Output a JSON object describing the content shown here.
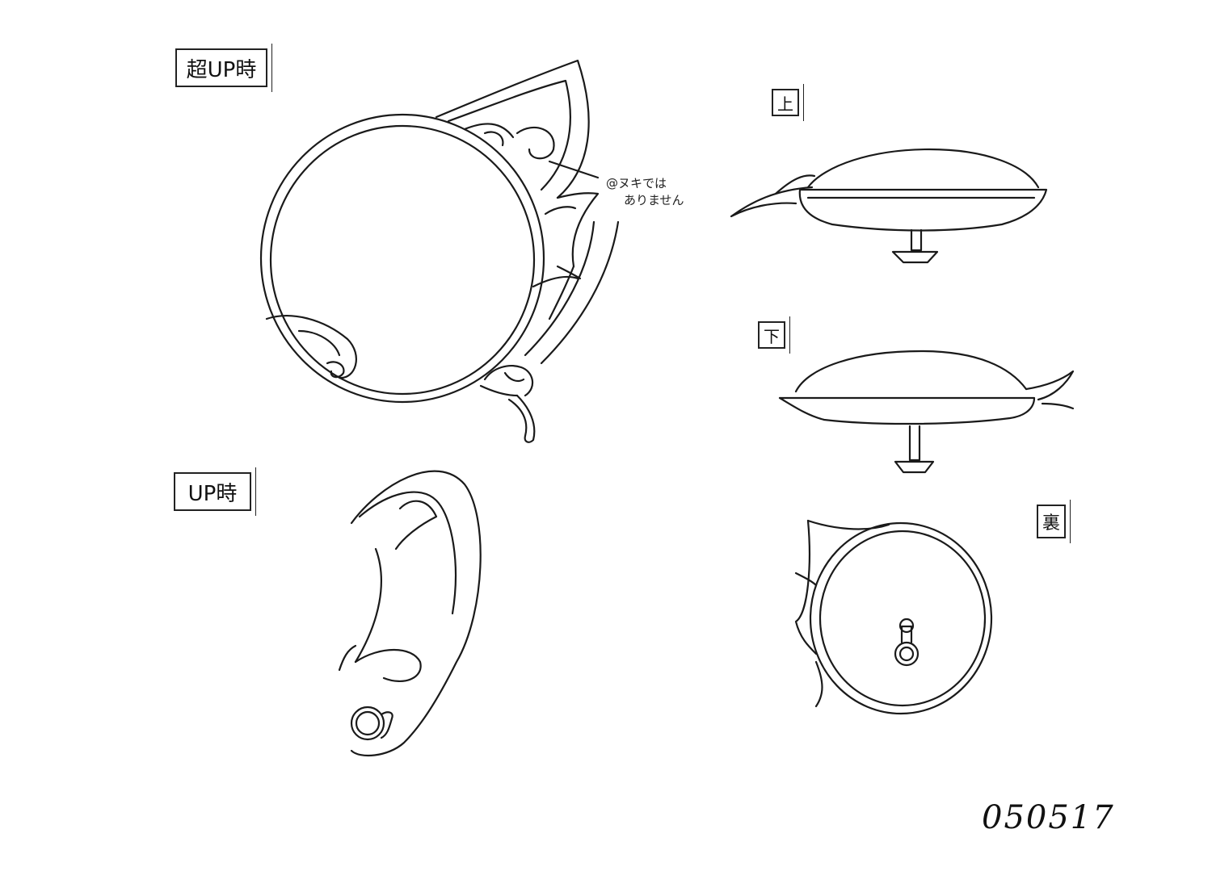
{
  "labels": {
    "super_up": "超UP時",
    "up": "UP時",
    "top_view": "上",
    "bottom_view": "下",
    "back_view": "裏"
  },
  "note": {
    "line1": "@ヌキでは",
    "line2": "ありません"
  },
  "date_stamp": "050517",
  "colors": {
    "line": "#1a1a1a",
    "paper": "#ffffff"
  }
}
